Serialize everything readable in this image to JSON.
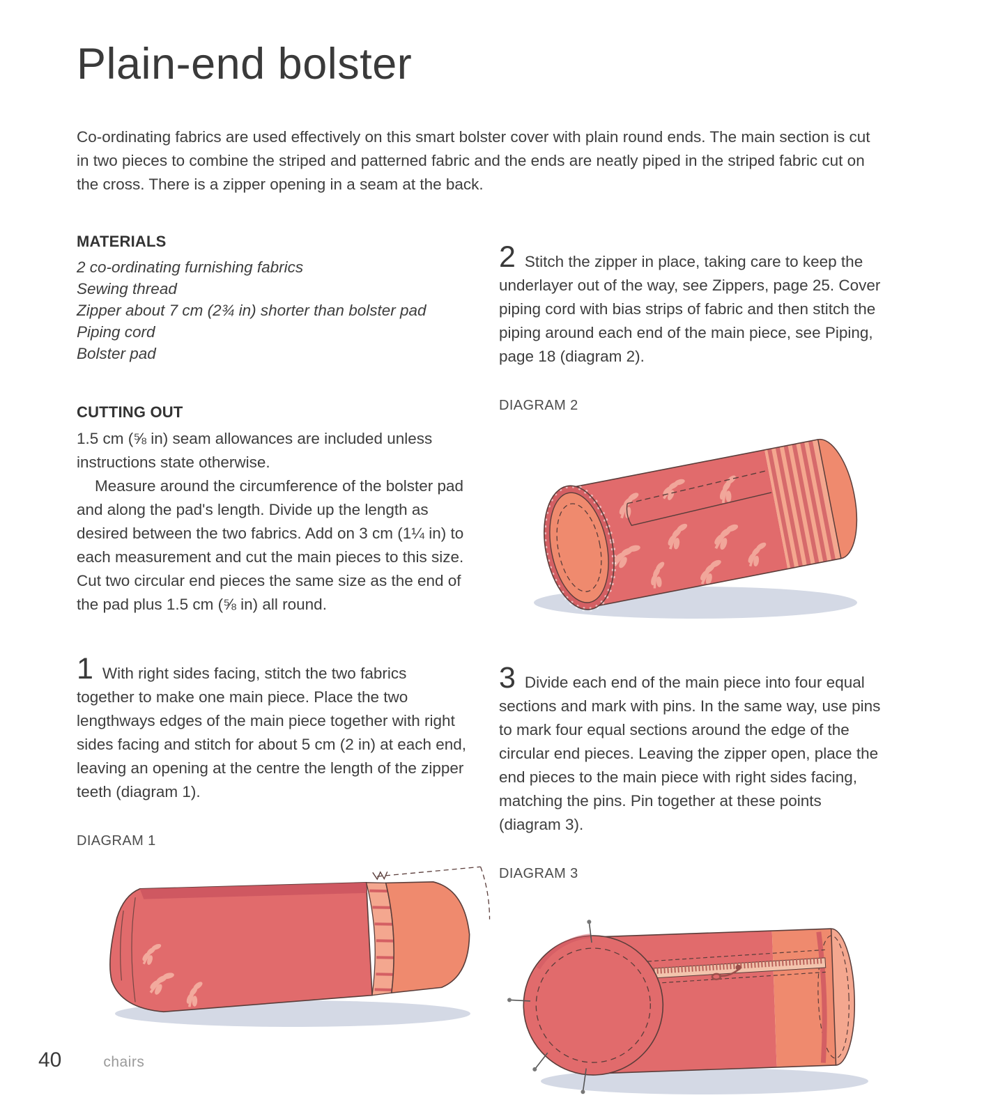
{
  "page": {
    "title": "Plain-end bolster",
    "intro": "Co-ordinating fabrics are used effectively on this smart bolster cover with plain round ends. The main section is cut in two pieces to combine the striped and patterned fabric and the ends are neatly piped in the striped fabric cut on the cross. There is a zipper opening in a seam at the back.",
    "materials": {
      "heading": "MATERIALS",
      "items": [
        "2 co-ordinating furnishing fabrics",
        "Sewing thread",
        "Zipper about 7 cm (2¾ in) shorter than bolster pad",
        "Piping cord",
        "Bolster pad"
      ]
    },
    "cutting_out": {
      "heading": "CUTTING OUT",
      "para1": "1.5 cm (⅝ in) seam allowances are included unless instructions state otherwise.",
      "para2": "Measure around the circumference of the bolster pad and along the pad's length. Divide up the length as desired between the two fabrics. Add on 3 cm (1¼ in) to each measurement and cut the main pieces to this size. Cut two circular end pieces the same size as the end of the pad plus 1.5 cm (⅝ in) all round."
    },
    "steps": [
      {
        "number": "1",
        "text": "With right sides facing, stitch the two fabrics together to make one main piece. Place the two lengthways edges of the main piece together with right sides facing and stitch for about 5 cm (2 in) at each end, leaving an opening at the centre the length of the zipper teeth (diagram 1)."
      },
      {
        "number": "2",
        "text": "Stitch the zipper in place, taking care to keep the underlayer out of the way, see Zippers, page 25. Cover piping cord with bias strips of fabric and then stitch the piping around each end of the main piece, see Piping, page 18 (diagram 2)."
      },
      {
        "number": "3",
        "text": "Divide each end of the main piece into four equal sections and mark with pins. In the same way, use pins to mark four equal sections around the edge of the circular end pieces. Leaving the zipper open, place the end pieces to the main piece with right sides facing, matching the pins. Pin together at these points (diagram 3)."
      }
    ],
    "diagrams": [
      {
        "label": "DIAGRAM 1"
      },
      {
        "label": "DIAGRAM 2"
      },
      {
        "label": "DIAGRAM 3"
      }
    ],
    "footer": {
      "page_number": "40",
      "section": "chairs"
    }
  },
  "colors": {
    "ink": "#3d3d3d",
    "label": "#4c4c4c",
    "muted": "#9a9a9a",
    "outline": "#5a3d3a",
    "bolster-main": "#e16b6c",
    "bolster-deep": "#cd5660",
    "bolster-salmon": "#ef8a6e",
    "bolster-light": "#f4a78f",
    "leaf": "#f2aa9d",
    "piping": "#d45f63",
    "shadow": "#ccd2e0"
  }
}
